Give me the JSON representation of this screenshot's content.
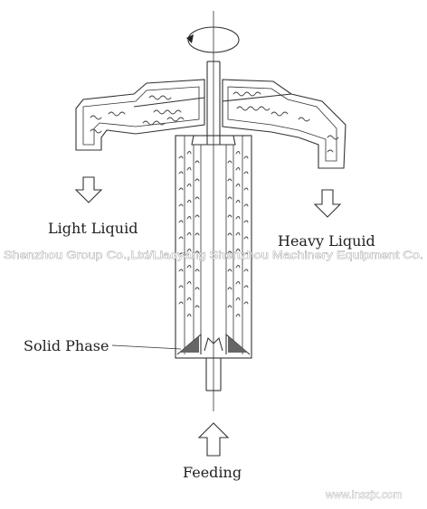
{
  "labels": {
    "light_liquid": "Light Liquid",
    "heavy_liquid": "Heavy Liquid",
    "solid_phase": "Solid Phase",
    "feeding": "Feeding"
  },
  "watermark": "Shenzhou Group Co.,Ltd/Liaoyang Shenzhou Machinery Equipment Co.",
  "website": "www.lnszjx.com",
  "colors": {
    "line": "#333333",
    "background": "#ffffff"
  }
}
